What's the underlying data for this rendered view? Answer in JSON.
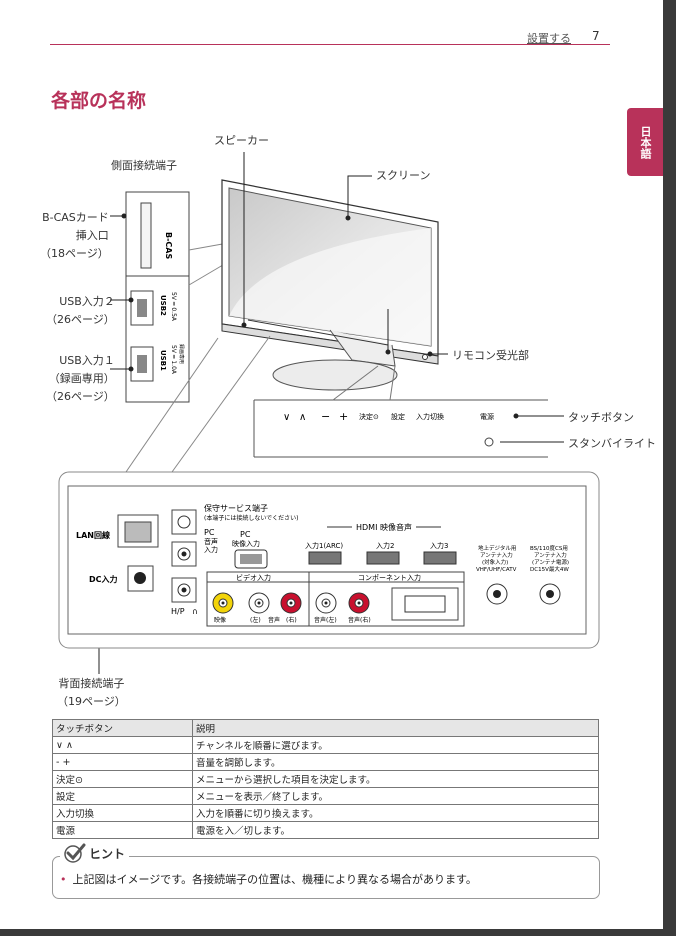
{
  "header": {
    "section": "設置する",
    "page": "7"
  },
  "title": "各部の名称",
  "lang_tab": "日本語",
  "labels": {
    "speaker": "スピーカー",
    "screen": "スクリーン",
    "side_terminal": "側面接続端子",
    "bcas": [
      "B-CASカード",
      "挿入口",
      "（18ページ）"
    ],
    "usb2": [
      "USB入力２",
      "（26ページ）"
    ],
    "usb1": [
      "USB入力１",
      "（録画専用）",
      "（26ページ）"
    ],
    "remote": "リモコン受光部",
    "touch": "タッチボタン",
    "standby": "スタンバイライト",
    "rear": [
      "背面接続端子",
      "（19ページ）"
    ]
  },
  "side_panel": {
    "bcas": "B-CAS",
    "usb2": "USB2",
    "usb1": "USB1",
    "usb2_spec": "5V ━ 0.5A",
    "usb1_spec": "5V ━ 1.0A",
    "usb1_note": "録画専用"
  },
  "touch_panel": {
    "buttons": [
      "∨",
      "∧",
      "−",
      "+",
      "決定⊙",
      "設定",
      "入力切換",
      "電源"
    ]
  },
  "rear_panel": {
    "lan": "LAN回線",
    "dc": "DC入力",
    "service": "保守サービス端子",
    "service_note": "(本端子には接続しないでください)",
    "pc_audio": [
      "PC",
      "音声",
      "入力"
    ],
    "pc_video": [
      "PC",
      "映像入力"
    ],
    "hp": "H/P",
    "hdmi_group": "HDMI 映像音声",
    "hdmi": [
      "入力1(ARC)",
      "入力2",
      "入力3"
    ],
    "video_group": "ビデオ入力",
    "video_ports": [
      "映像",
      "(左)",
      "音声",
      "(右)"
    ],
    "component_group": "コンポーネント入力",
    "component_ports": [
      "音声(左)",
      "音声(右)"
    ],
    "antenna1": [
      "地上デジタル用",
      "アンテナ入力",
      "(対象入力)",
      "VHF/UHF/CATV"
    ],
    "antenna2": [
      "BS/110度CS用",
      "アンテナ入力",
      "(アンテナ電源)",
      "DC15V最大4W"
    ]
  },
  "table": {
    "headers": [
      "タッチボタン",
      "説明"
    ],
    "rows": [
      [
        "∨ ∧",
        "チャンネルを順番に選びます。"
      ],
      [
        "- +",
        "音量を調節します。"
      ],
      [
        "決定⊙",
        "メニューから選択した項目を決定します。"
      ],
      [
        "設定",
        "メニューを表示／終了します。"
      ],
      [
        "入力切換",
        "入力を順番に切り換えます。"
      ],
      [
        "電源",
        "電源を入／切します。"
      ]
    ]
  },
  "hint": {
    "title": "ヒント",
    "text": "上記図はイメージです。各接続端子の位置は、機種により異なる場合があります。"
  },
  "colors": {
    "accent": "#b8325a",
    "jack_yellow": "#f2d40a",
    "jack_red": "#c8102e"
  }
}
